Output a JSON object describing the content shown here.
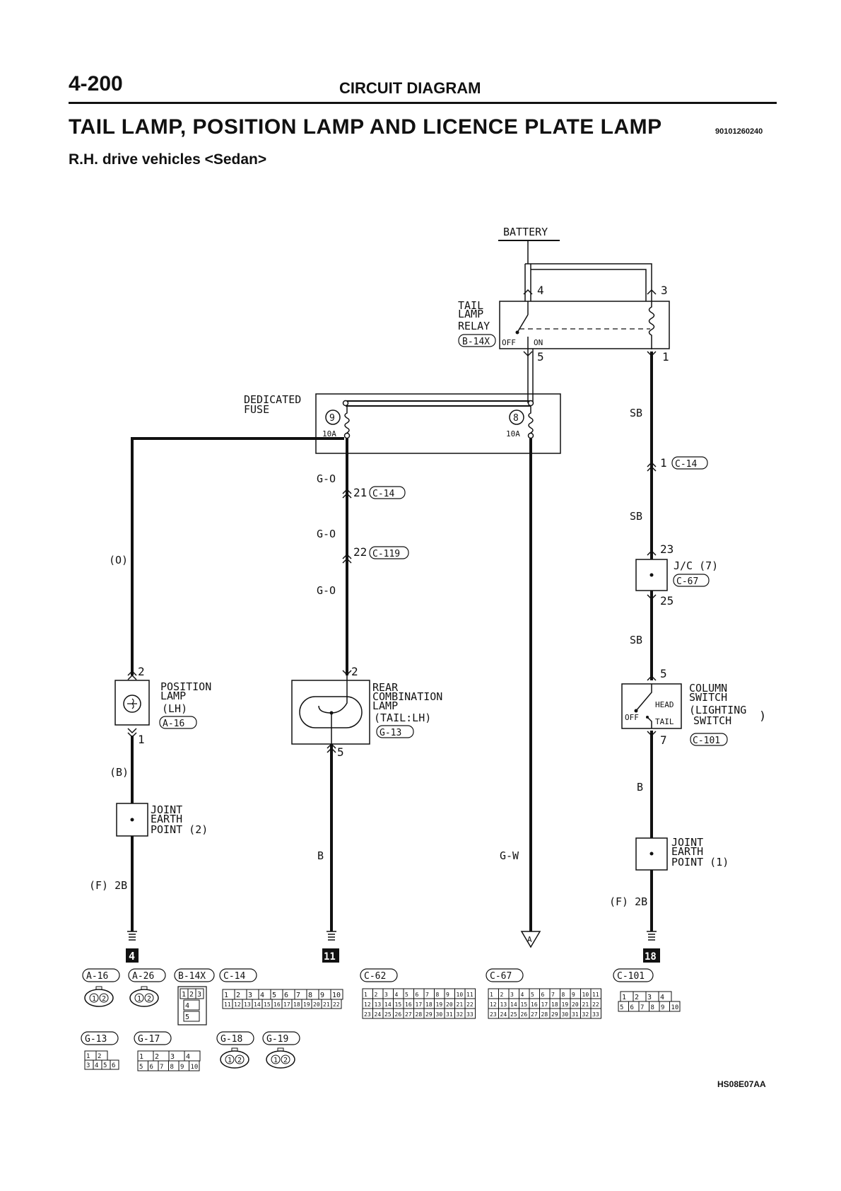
{
  "header": {
    "page_number": "4-200",
    "section": "CIRCUIT DIAGRAM",
    "title": "TAIL LAMP, POSITION LAMP AND LICENCE PLATE LAMP",
    "doc_code": "90101260240",
    "subtitle": "R.H. drive vehicles <Sedan>"
  },
  "diagram": {
    "battery": "BATTERY",
    "relay": {
      "l1": "TAIL",
      "l2": "LAMP",
      "l3": "RELAY",
      "conn": "B-14X",
      "off": "OFF",
      "on": "ON",
      "pin4": "4",
      "pin3": "3",
      "pin5": "5",
      "pin1": "1"
    },
    "fuse_box": {
      "l1": "DEDICATED",
      "l2": "FUSE",
      "fuse_a": "9",
      "fuse_a_rating": "10A",
      "fuse_b": "8",
      "fuse_b_rating": "10A"
    },
    "wires": {
      "o": "(O)",
      "go1": "G-O",
      "go2": "G-O",
      "go3": "G-O",
      "sb1": "SB",
      "sb2": "SB",
      "sb3": "SB",
      "b_left": "(B)",
      "b_mid": "B",
      "b_right": "B",
      "gw": "G-W"
    },
    "pins": {
      "c14_21": "21",
      "c119_22": "22",
      "c14_1": "1",
      "jc_23": "23",
      "jc_25": "25",
      "pos_2": "2",
      "pos_1": "1",
      "rear_2": "2",
      "rear_5": "5",
      "col_5": "5",
      "col_7": "7"
    },
    "connector_tags": {
      "c14_a": "C-14",
      "c119": "C-119",
      "c14_b": "C-14",
      "c67": "C-67"
    },
    "position_lamp": {
      "l1": "POSITION",
      "l2": "LAMP",
      "l3": "(LH)",
      "conn": "A-16"
    },
    "rear_lamp": {
      "l1": "REAR",
      "l2": "COMBINATION",
      "l3": "LAMP",
      "l4": "(TAIL:LH)",
      "conn": "G-13"
    },
    "junction": {
      "l1": "J/C (7)",
      "conn": "C-67"
    },
    "column_switch": {
      "l1": "COLUMN",
      "l2": "SWITCH",
      "l3": "(LIGHTING",
      "l4": "SWITCH",
      "bracket": ")",
      "head": "HEAD",
      "tail": "TAIL",
      "off": "OFF",
      "conn": "C-101"
    },
    "joint_left": {
      "l1": "JOINT",
      "l2": "EARTH",
      "l3": "POINT (2)"
    },
    "joint_right": {
      "l1": "JOINT",
      "l2": "EARTH",
      "l3": "POINT (1)"
    },
    "earth_left": "(F) 2B",
    "earth_right": "(F) 2B",
    "ground_labels": [
      "4",
      "11",
      "18"
    ],
    "arrow_label": "A"
  },
  "connectors": {
    "row1_labels": [
      "A-16",
      "A-26",
      "B-14X",
      "C-14",
      "C-62",
      "C-67",
      "C-101"
    ],
    "row2_labels": [
      "G-13",
      "G-17",
      "G-18",
      "G-19"
    ],
    "twin_pins": [
      "1",
      "2"
    ],
    "b14x_pins": [
      "1",
      "2",
      "3",
      "4",
      "5"
    ],
    "c14_top": [
      "1",
      "2",
      "3",
      "4",
      "5",
      "6",
      "7",
      "8",
      "9",
      "10"
    ],
    "c14_bottom": [
      "11",
      "12",
      "13",
      "14",
      "15",
      "16",
      "17",
      "18",
      "19",
      "20",
      "21",
      "22"
    ],
    "c62_rows": [
      [
        "1",
        "2",
        "3",
        "4",
        "5",
        "6",
        "7",
        "8",
        "9",
        "10",
        "11"
      ],
      [
        "12",
        "13",
        "14",
        "15",
        "16",
        "17",
        "18",
        "19",
        "20",
        "21",
        "22"
      ],
      [
        "23",
        "24",
        "25",
        "26",
        "27",
        "28",
        "29",
        "30",
        "31",
        "32",
        "33"
      ]
    ],
    "c101_top": [
      "1",
      "2",
      "3",
      "4"
    ],
    "c101_bottom": [
      "5",
      "6",
      "7",
      "8",
      "9",
      "10"
    ],
    "g13_top": [
      "1",
      "2"
    ],
    "g13_bottom": [
      "3",
      "4",
      "5",
      "6"
    ],
    "g17_top": [
      "1",
      "2",
      "3",
      "4"
    ],
    "g17_bottom": [
      "5",
      "6",
      "7",
      "8",
      "9",
      "10"
    ]
  },
  "footer_code": "HS08E07AA"
}
